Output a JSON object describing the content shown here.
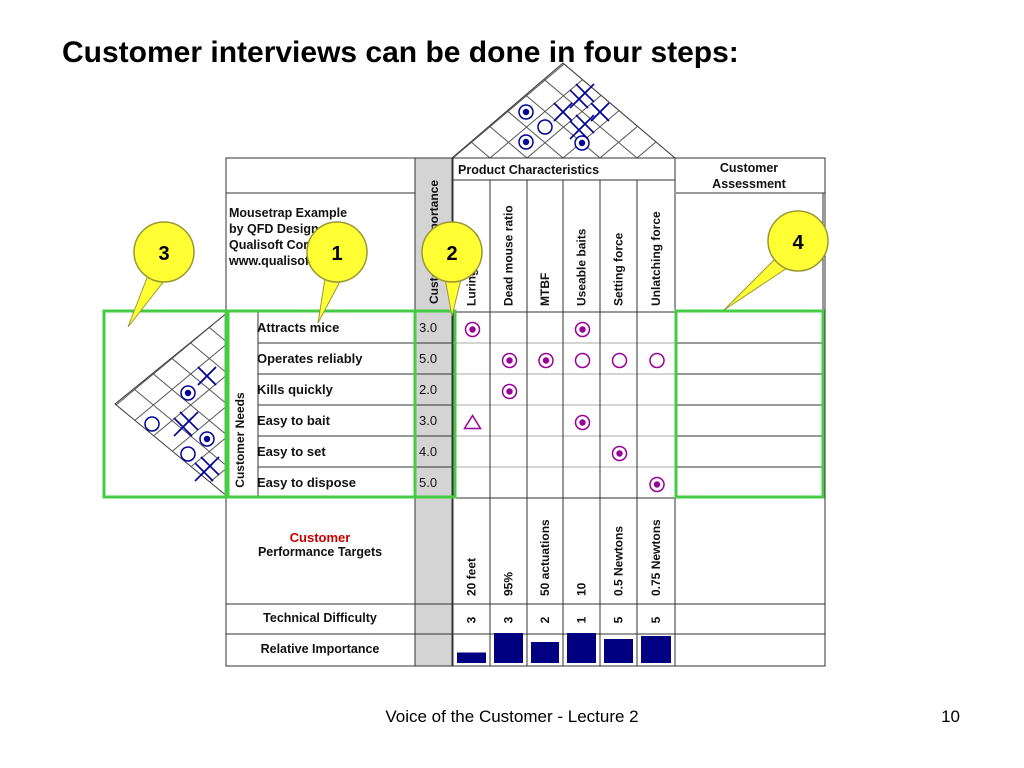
{
  "title": "Customer interviews can be done in four steps:",
  "footer": {
    "text": "Voice of the Customer - Lecture 2",
    "page": "10"
  },
  "qfd": {
    "intro": [
      "Mousetrap Example",
      "by QFD Designer",
      "Qualisoft Corp.",
      "www.qualisoft.com"
    ],
    "importance_header": "Customer Importance",
    "product_characteristics_header": "Product Characteristics",
    "customer_assessment_header": [
      "Customer",
      "Assessment"
    ],
    "customer_needs_label": "Customer Needs",
    "characteristics": [
      "Luring ability",
      "Dead mouse ratio",
      "MTBF",
      "Useable baits",
      "Setting force",
      "Unlatching force"
    ],
    "needs": [
      {
        "label": "Attracts mice",
        "importance": "3.0"
      },
      {
        "label": "Operates reliably",
        "importance": "5.0"
      },
      {
        "label": "Kills quickly",
        "importance": "2.0"
      },
      {
        "label": "Easy to bait",
        "importance": "3.0"
      },
      {
        "label": "Easy to set",
        "importance": "4.0"
      },
      {
        "label": "Easy to dispose",
        "importance": "5.0"
      }
    ],
    "relationships": [
      [
        "strong",
        "",
        "",
        "strong",
        "",
        ""
      ],
      [
        "",
        "strong",
        "strong",
        "medium",
        "medium",
        "medium"
      ],
      [
        "",
        "strong",
        "",
        "",
        "",
        ""
      ],
      [
        "weak",
        "",
        "",
        "strong",
        "",
        ""
      ],
      [
        "",
        "",
        "",
        "",
        "strong",
        ""
      ],
      [
        "",
        "",
        "",
        "",
        "",
        "strong"
      ]
    ],
    "targets_label": {
      "red": "Customer",
      "rest": "Performance Targets"
    },
    "targets": [
      "20 feet",
      "95%",
      "50 actuations",
      "10",
      "0.5 Newtons",
      "0.75 Newtons"
    ],
    "difficulty_label": "Technical Difficulty",
    "difficulty": [
      "3",
      "3",
      "2",
      "1",
      "5",
      "5"
    ],
    "relative_importance_label": "Relative Importance",
    "relative_importance": [
      0.35,
      1.0,
      0.7,
      1.0,
      0.8,
      0.9
    ]
  },
  "callouts": [
    {
      "number": "3"
    },
    {
      "number": "1"
    },
    {
      "number": "2"
    },
    {
      "number": "4"
    }
  ],
  "colors": {
    "highlight": "#44cc44",
    "callout_fill": "#ffff33",
    "callout_stroke": "#999933",
    "relationship": "#990099",
    "correlation": "#000099",
    "bar": "#000080",
    "label_red": "#cc0000"
  }
}
